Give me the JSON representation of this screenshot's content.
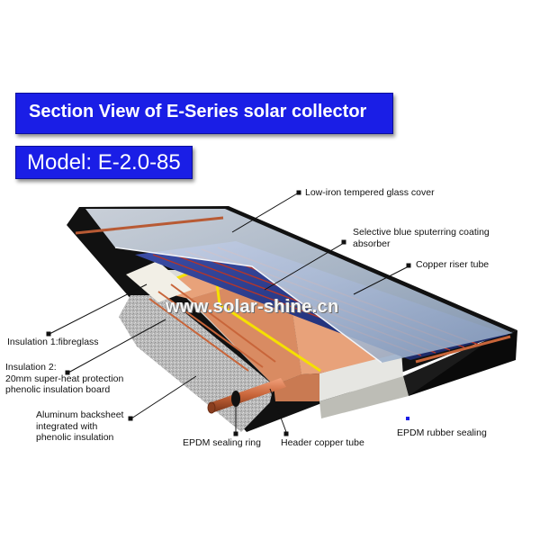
{
  "title": "Section View of E-Series solar collector",
  "model": "Model: E-2.0-85",
  "watermark": "www.solar-shine.cn",
  "labels": {
    "glass_cover": "Low-iron tempered glass cover",
    "absorber_line1": "Selective blue sputerring coating",
    "absorber_line2": "absorber",
    "riser_tube": "Copper riser tube",
    "insulation1": "Insulation 1:fibreglass",
    "insulation2_line1": "Insulation 2:",
    "insulation2_line2": "20mm super-heat protection",
    "insulation2_line3": "phenolic insulation board",
    "backsheet_line1": "Aluminum backsheet",
    "backsheet_line2": "integrated with",
    "backsheet_line3": "phenolic insulation",
    "epdm_ring": "EPDM sealing ring",
    "header_tube": "Header copper tube",
    "epdm_rubber": "EPDM rubber sealing"
  },
  "colors": {
    "banner": "#1a1ee6",
    "frame": "#0a0a0a",
    "absorber": "#2a3a8c",
    "insulation": "#e8a27a",
    "copper": "#c8653a",
    "sealing_yellow": "#f5e000"
  }
}
